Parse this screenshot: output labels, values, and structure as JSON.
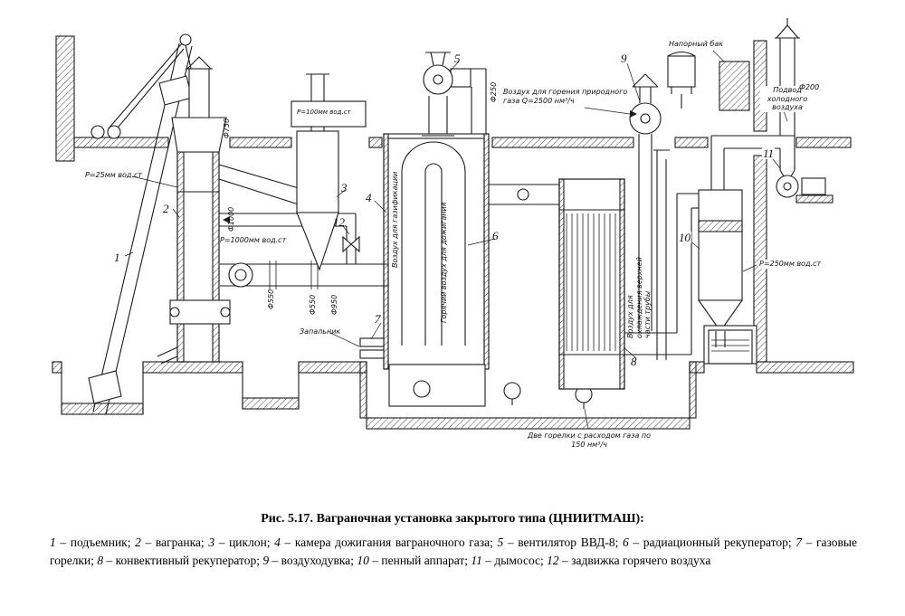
{
  "figure": {
    "number": "Рис. 5.17.",
    "title": "Ваграночная установка закрытого типа (ЦНИИТМАШ):",
    "legend": [
      {
        "num": "1",
        "label": "подъемник"
      },
      {
        "num": "2",
        "label": "вагранка"
      },
      {
        "num": "3",
        "label": "циклон"
      },
      {
        "num": "4",
        "label": "камера дожигания ваграночного газа"
      },
      {
        "num": "5",
        "label": "вентилятор ВВД-8"
      },
      {
        "num": "6",
        "label": "радиационный рекуператор"
      },
      {
        "num": "7",
        "label": "газовые горелки"
      },
      {
        "num": "8",
        "label": "конвективный рекуператор"
      },
      {
        "num": "9",
        "label": "воздуходувка"
      },
      {
        "num": "10",
        "label": "пенный аппарат"
      },
      {
        "num": "11",
        "label": "дымосос"
      },
      {
        "num": "12",
        "label": "задвижка горячего воздуха"
      }
    ]
  },
  "diagram": {
    "parts": [
      "1",
      "2",
      "3",
      "4",
      "5",
      "6",
      "7",
      "8",
      "9",
      "10",
      "11",
      "12"
    ],
    "labels": {
      "d750": "Ф750",
      "p25": "Р=25мм вод.ст",
      "d1000": "Ф1000",
      "p1000": "Р=1000мм вод.ст",
      "p100": "Р=100мм вод.ст",
      "d550a": "Ф550",
      "d550b": "Ф550",
      "d950": "Ф950",
      "d250": "Ф250",
      "air_gasif": "Воздух для газификации",
      "hot_air": "Горячий воздух для дожигания",
      "igniter": "Запальник",
      "air_burn": "Воздух для горения природного газа Q=2500 нм³/ч",
      "tank": "Напорный бак",
      "cold_air": "Подвод холодного воздуха",
      "d200": "Ф200",
      "p250": "Р=250мм вод.ст",
      "air_cool": "Воздух для охлаждения верхней части трубы",
      "burners2": "Две горелки с расходом газа по 150 нм³/ч"
    }
  },
  "colors": {
    "ink": "#1b1b1b",
    "paper": "#ffffff"
  }
}
